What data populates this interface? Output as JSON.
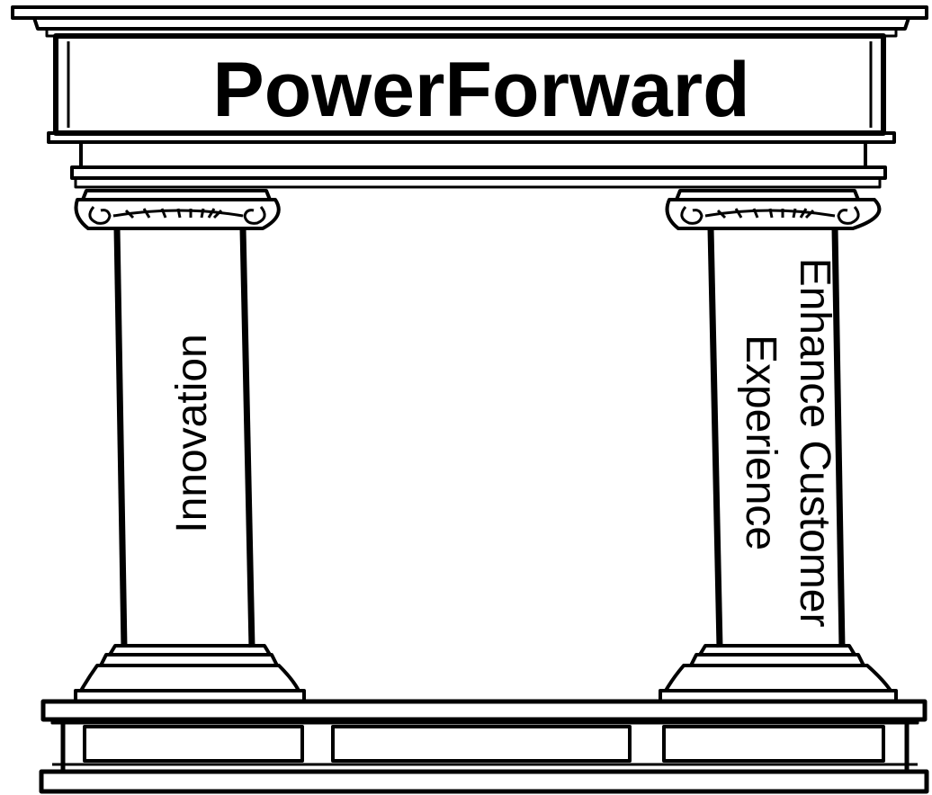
{
  "diagram": {
    "title": "PowerForward",
    "pillars": [
      {
        "label": "Innovation",
        "lines": [
          "Innovation"
        ]
      },
      {
        "label": "Enhance Customer Experience",
        "lines": [
          "Enhance Customer",
          "Experience"
        ]
      }
    ]
  }
}
